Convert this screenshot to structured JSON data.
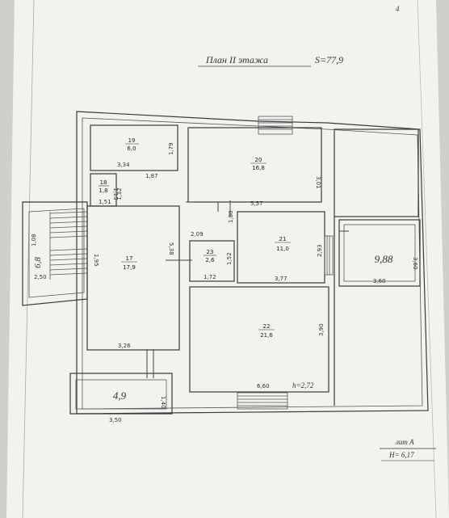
{
  "title": "План II этажа",
  "area": "S=77,9",
  "page_mark": "4",
  "stamp": {
    "line1": "лит А",
    "line2": "H= 6,17"
  },
  "height_note": "h=2,72",
  "rooms": [
    {
      "id": "19",
      "num": "19",
      "area": "6,0"
    },
    {
      "id": "20",
      "num": "20",
      "area": "16,8"
    },
    {
      "id": "18",
      "num": "18",
      "area": "1,8"
    },
    {
      "id": "17",
      "num": "17",
      "area": "17,9"
    },
    {
      "id": "21",
      "num": "21",
      "area": "11,0"
    },
    {
      "id": "23",
      "num": "23",
      "area": "2,6"
    },
    {
      "id": "22",
      "num": "22",
      "area": "21,6"
    },
    {
      "id": "big-right",
      "num": "",
      "area": "9,88"
    },
    {
      "id": "balcony",
      "num": "",
      "area": "4,9"
    },
    {
      "id": "stair-small",
      "num": "",
      "area": "6,8"
    }
  ],
  "dimensions": {
    "d334": "3,34",
    "d179": "1,79",
    "d187": "1,87",
    "d301": "3,01",
    "d115": "1,15",
    "d151": "1,51",
    "d132": "1,32",
    "d557": "5,57",
    "d538": "5,38",
    "d209": "2,09",
    "d180": "1,80",
    "d293": "2,93",
    "d360v": "3,60",
    "d360h": "3,60",
    "d152": "1,52",
    "d172": "1,72",
    "d377": "3,77",
    "d195": "1,95",
    "d250": "2,50",
    "d326": "3,26",
    "d390": "3,90",
    "d660": "6,60",
    "d140": "1,40",
    "d350": "3,50",
    "d108": "1,08"
  }
}
